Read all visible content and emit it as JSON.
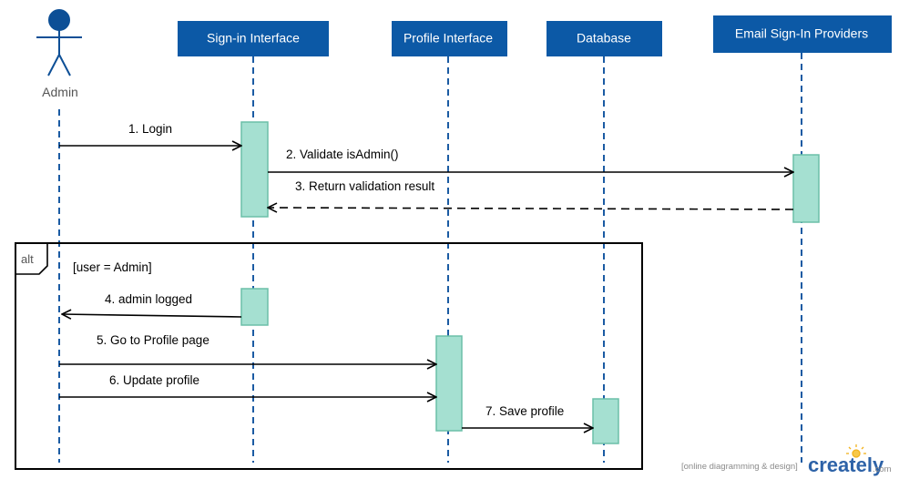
{
  "diagram": {
    "actor": {
      "label": "Admin"
    },
    "participants": [
      {
        "label": "Sign-in Interface"
      },
      {
        "label": "Profile Interface"
      },
      {
        "label": "Database"
      },
      {
        "label": "Email Sign-In Providers"
      }
    ],
    "messages": [
      {
        "label": "1. Login"
      },
      {
        "label": "2. Validate isAdmin()"
      },
      {
        "label": "3. Return validation result"
      },
      {
        "label": "4. admin logged"
      },
      {
        "label": "5. Go to Profile page"
      },
      {
        "label": "6. Update profile"
      },
      {
        "label": "7. Save profile"
      }
    ],
    "fragment": {
      "operator": "alt",
      "guard": "[user = Admin]"
    },
    "watermark": {
      "tagline": "[online diagramming & design]",
      "brand": "creately",
      "suffix": ".com"
    },
    "colors": {
      "participant_fill": "#0C59A6",
      "lifeline": "#1B5BA3",
      "actor": "#0D4F96",
      "activation_fill": "#A5E0D1",
      "activation_stroke": "#6BBFA8",
      "message": "#000000"
    }
  }
}
